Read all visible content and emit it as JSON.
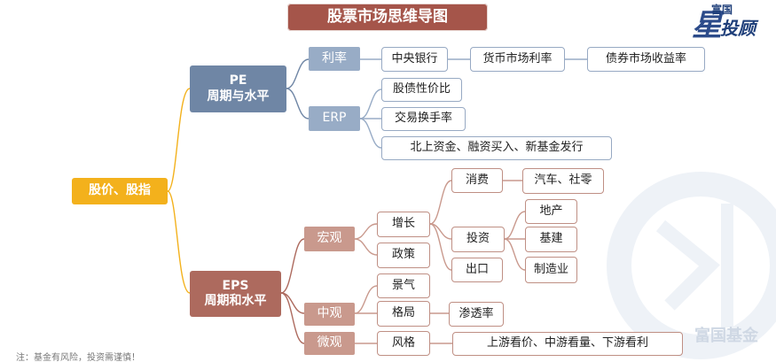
{
  "title": "股票市场思维导图",
  "brand": {
    "line1": "星",
    "line2": "富国",
    "line3": "投顾"
  },
  "watermark": "富国基金",
  "footnote": "注：基金有风险，投资需谨慎！",
  "nodes": {
    "root": "股价、股指",
    "pe_1": "PE",
    "pe_2": "周期与水平",
    "rate": "利率",
    "central_bank": "中央银行",
    "money_rate": "货币市场利率",
    "bond_yield": "债券市场收益率",
    "erp": "ERP",
    "stock_bond": "股债性价比",
    "turnover": "交易换手率",
    "flows": "北上资金、融资买入、新基金发行",
    "eps_1": "EPS",
    "eps_2": "周期和水平",
    "macro": "宏观",
    "growth": "增长",
    "consumption": "消费",
    "auto_retail": "汽车、社零",
    "investment": "投资",
    "real_estate": "地产",
    "infrastructure": "基建",
    "manufacturing": "制造业",
    "export": "出口",
    "policy": "政策",
    "meso": "中观",
    "prosperity": "景气",
    "landscape": "格局",
    "penetration": "渗透率",
    "micro": "微观",
    "style": "风格",
    "chain": "上游看价、中游看量、下游看利"
  }
}
